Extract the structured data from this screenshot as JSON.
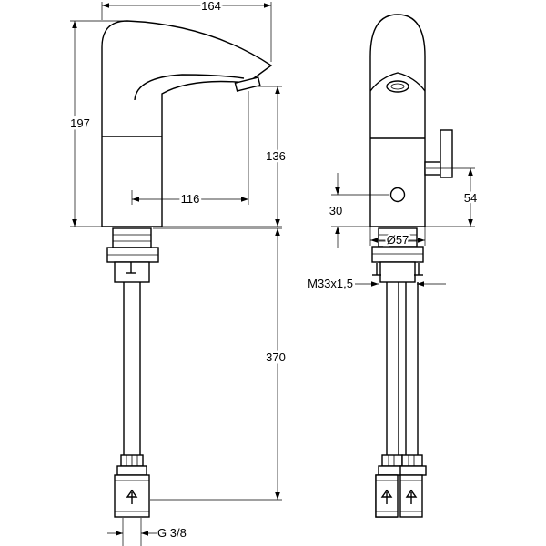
{
  "dimensions": {
    "overall_width": "164",
    "overall_height": "197",
    "spout_height": "136",
    "spout_reach": "116",
    "hose_length": "370",
    "connection_thread": "G 3/8",
    "sensor_height": "30",
    "lever_height": "54",
    "base_diameter": "Ø57",
    "mounting_thread": "M33x1,5"
  }
}
